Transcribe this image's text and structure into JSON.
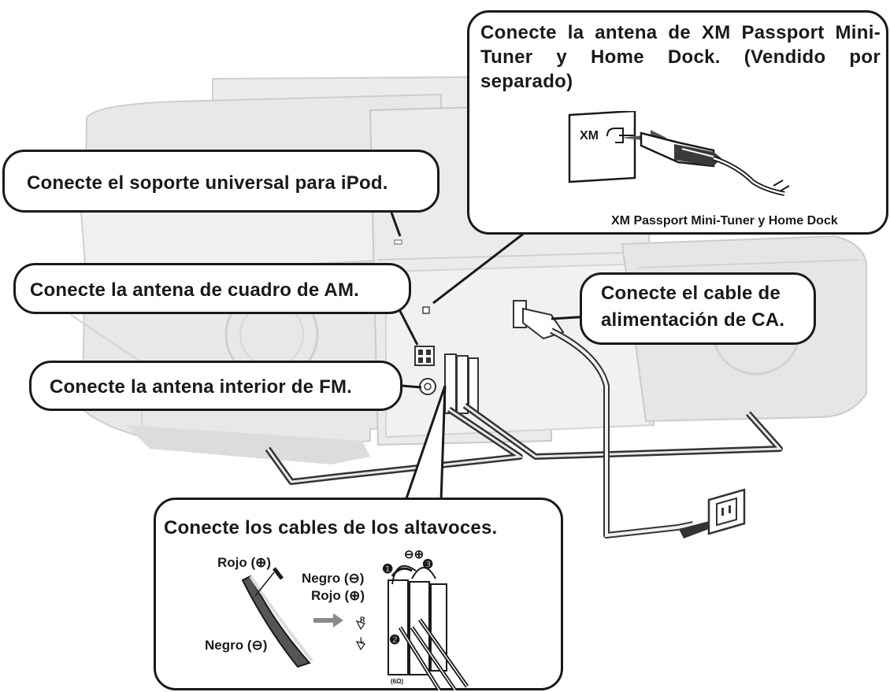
{
  "callouts": {
    "ipod": "Conecte el soporte universal para iPod.",
    "am": "Conecte la antena de cuadro de AM.",
    "fm": "Conecte la antena interior de FM.",
    "ac": [
      "Conecte el cable de",
      "alimentación de CA."
    ],
    "xm": "Conecte la antena de XM Passport Mini-Tuner y Home Dock. (Vendido por separado)",
    "speakers": "Conecte los cables de los altavoces."
  },
  "xm_panel": {
    "jack_label": "XM",
    "caption": "XM Passport Mini-Tuner y Home Dock"
  },
  "speaker_detail": {
    "wire_red": "Rojo (⊕)",
    "wire_black": "Negro (⊖)",
    "terminal_black": "Negro (⊖)",
    "terminal_red": "Rojo (⊕)",
    "polarity": "⊖⊕",
    "step1": "❶",
    "step2": "❷",
    "step3": "❸",
    "impedance": "(6Ω)",
    "side_r": "R",
    "side_l": "L"
  },
  "colors": {
    "unit_fill": "#e9e9e9",
    "unit_stroke": "#c8c8c8",
    "outline": "#1a1a1a"
  }
}
